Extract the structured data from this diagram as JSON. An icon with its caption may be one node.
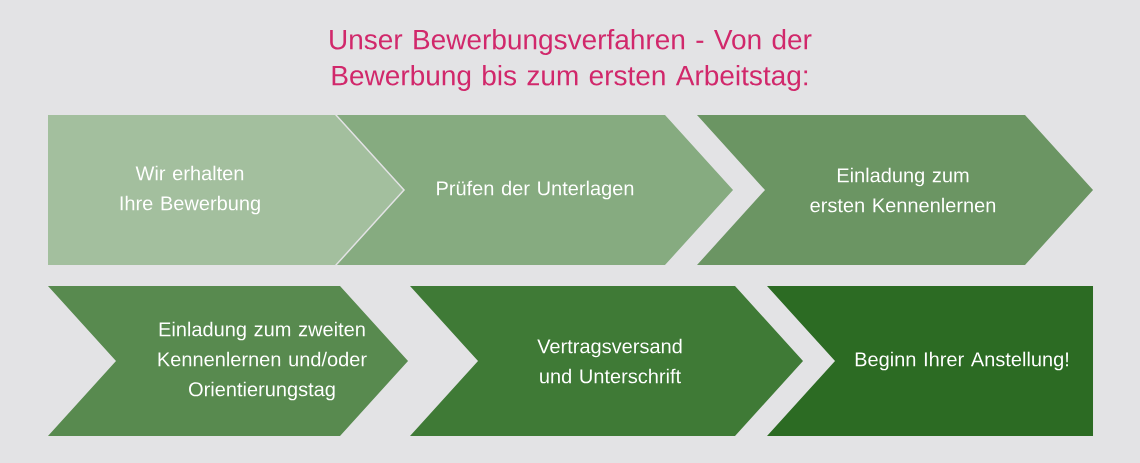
{
  "diagram": {
    "title": "Unser Bewerbungsverfahren - Von der Bewerbung bis zum ersten Arbeitstag:",
    "nodes": [
      {
        "text": [
          "Wir erhalten Ihre Bewerbung"
        ]
      },
      {
        "text": [
          "Prüfen der Unterlagen"
        ]
      },
      {
        "text": [
          "Einladung zum ersten Kennenlernen"
        ]
      },
      {
        "text": [
          "Einladung zum zweiten Kennenlernen und/oder Orientierungstag"
        ]
      },
      {
        "text": [
          "Vertragsversand und Unterschrift"
        ]
      },
      {
        "text": [
          "Beginn Ihrer Anstellung!"
        ]
      }
    ]
  }
}
